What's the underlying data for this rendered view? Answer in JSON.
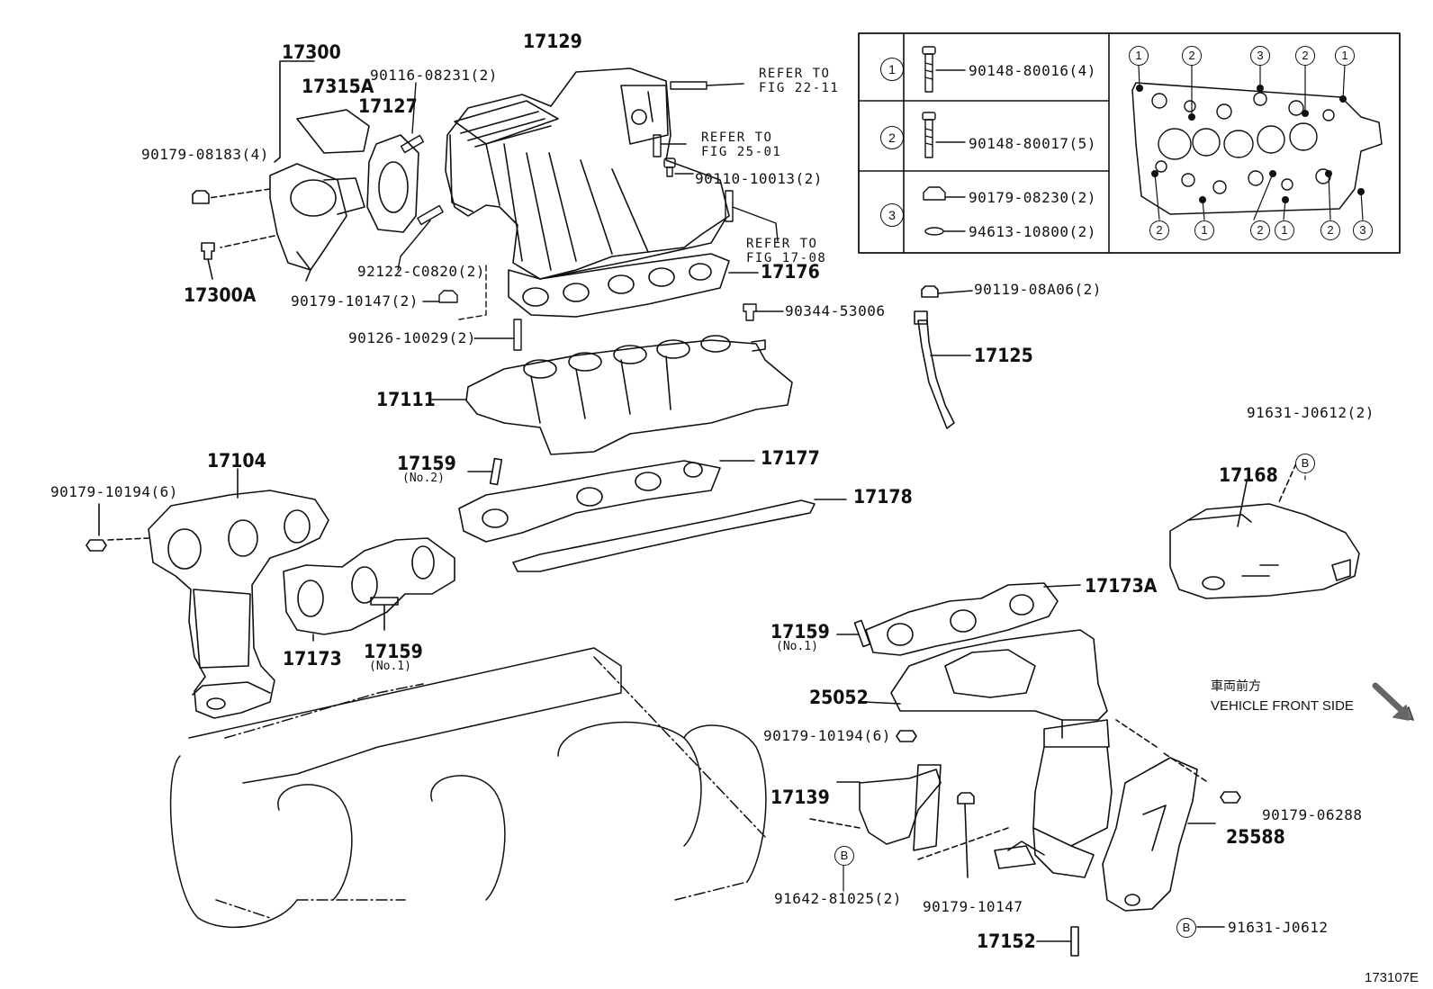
{
  "labels": {
    "p17129": "17129",
    "p17300": "17300",
    "p17315A": "17315A",
    "p17127": "17127",
    "p90116": "90116-08231(2)",
    "p90179_08183": "90179-08183(4)",
    "p17300A": "17300A",
    "p92122": "92122-C0820(2)",
    "p90179_10147_2": "90179-10147(2)",
    "p90126": "90126-10029(2)",
    "p17176": "17176",
    "p90110": "90110-10013(2)",
    "p90344": "90344-53006",
    "p90119": "90119-08A06(2)",
    "p17125": "17125",
    "p17111": "17111",
    "p17159a": "17159",
    "p17159a_sub": "(No.2)",
    "p17177": "17177",
    "p17178": "17178",
    "p17104": "17104",
    "p90179_10194_a": "90179-10194(6)",
    "p17173": "17173",
    "p17159b": "17159",
    "p17159b_sub": "(No.1)",
    "p91631_top": "91631-J0612(2)",
    "p17168": "17168",
    "p17173A": "17173A",
    "p17159c": "17159",
    "p17159c_sub": "(No.1)",
    "p25052": "25052",
    "p90179_10194_b": "90179-10194(6)",
    "p17139": "17139",
    "p91642": "91642-81025(2)",
    "p90179_10147": "90179-10147",
    "p17152": "17152",
    "p90179_06288": "90179-06288",
    "p25588": "25588",
    "p91631_bot": "91631-J0612",
    "jp_front": "車両前方",
    "vehicle_front": "VEHICLE FRONT SIDE",
    "diagram_code": "173107E",
    "refer_22_11": "REFER TO\nFIG 22-11",
    "refer_25_01": "REFER TO\nFIG 25-01",
    "refer_17_08": "REFER TO\nFIG 17-08",
    "callout_b": "B"
  },
  "legend": {
    "rows": [
      {
        "marker": "1",
        "part": "90148-80016(4)"
      },
      {
        "marker": "2",
        "part": "90148-80017(5)"
      },
      {
        "marker": "3",
        "part_a": "90179-08230(2)",
        "part_b": "94613-10800(2)"
      }
    ],
    "gasket_markers_top": [
      "1",
      "2",
      "3",
      "2",
      "1"
    ],
    "gasket_markers_bottom": [
      "2",
      "1",
      "2",
      "1",
      "2",
      "3"
    ]
  }
}
